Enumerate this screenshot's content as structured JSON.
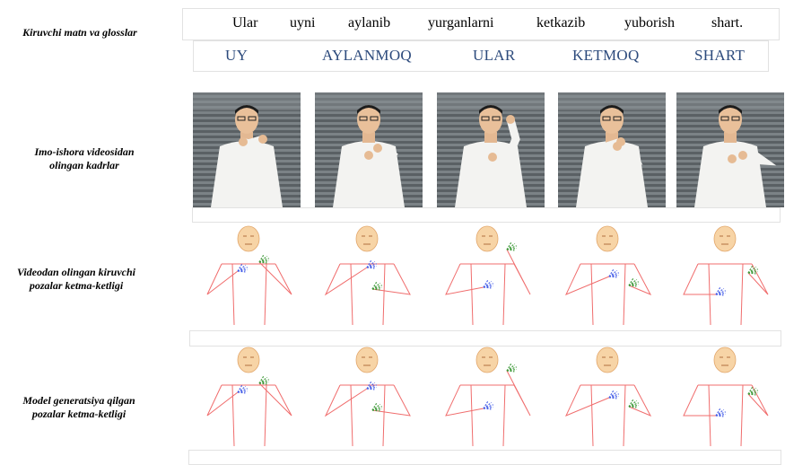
{
  "row_labels": {
    "input": "Kiruvchi matn va glosslar",
    "frames": "Imo-ishora videosidan olingan kadrlar",
    "input_poses": "Videodan olingan kiruvchi pozalar ketma-ketligi",
    "generated_poses": "Model generatsiya qilgan pozalar ketma-ketligi"
  },
  "sentence_words": [
    "Ular",
    "uyni",
    "aylanib",
    "yurganlarni",
    "ketkazib",
    "yuborish",
    "shart."
  ],
  "glosses": [
    "UY",
    "AYLANMOQ",
    "ULAR",
    "KETMOQ",
    "SHART"
  ],
  "colors": {
    "gloss_text": "#2c4a7c",
    "skeleton_body": "#f06d6d",
    "hand_right": "#4a62e8",
    "hand_left": "#3f9a3a",
    "face": "#f7d4a6"
  }
}
